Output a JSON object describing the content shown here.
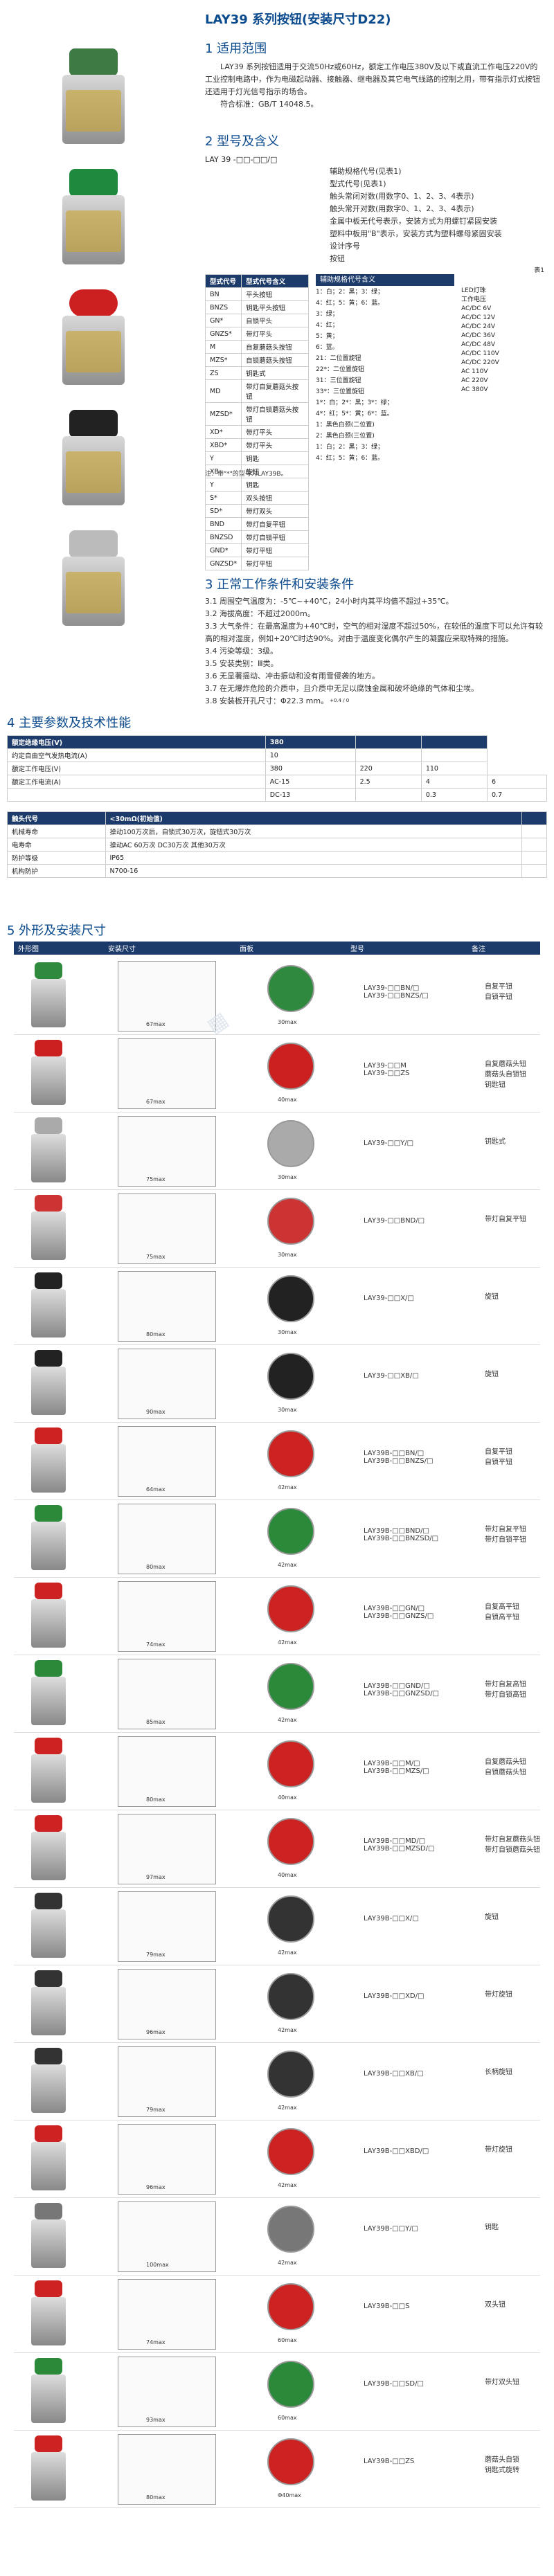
{
  "title": "LAY39 系列按钮(安装尺寸D22)",
  "sec1": {
    "title": "1 适用范围",
    "body": "LAY39 系列按钮适用于交流50Hz或60Hz，额定工作电压380V及以下或直流工作电压220V的工业控制电路中，作为电磁起动器、接触器、继电器及其它电气线路的控制之用，带有指示灯式按钮还适用于灯光信号指示的场合。",
    "std": "符合标准：GB/T 14048.5。"
  },
  "sec2": {
    "title": "2 型号及含义",
    "code": "LAY 39 -□□-□□/□",
    "legend": [
      "辅助规格代号(见表1)",
      "型式代号(见表1)",
      "触头常闭对数(用数字0、1、2、3、4表示)",
      "触头常开对数(用数字0、1、2、3、4表示)",
      "金属中板无代号表示，安装方式为用螺钉紧固安装",
      "塑料中板用\"B\"表示，安装方式为塑料螺母紧固安装",
      "设计序号",
      "按钮"
    ],
    "table_label": "表1",
    "th": [
      "型式代号",
      "型式代号含义",
      "辅助规格代号含义"
    ],
    "rows": [
      [
        "BN",
        "平头按钮"
      ],
      [
        "BNZS",
        "钥匙平头按钮"
      ],
      [
        "GN*",
        "自锁平头"
      ],
      [
        "GNZS*",
        "带灯平头"
      ],
      [
        "M",
        "自复蘑菇头按钮"
      ],
      [
        "MZS*",
        "自锁蘑菇头按钮"
      ],
      [
        "ZS",
        "钥匙式"
      ],
      [
        "MD",
        "带灯自复蘑菇头按钮"
      ],
      [
        "MZSD*",
        "带灯自锁蘑菇头按钮"
      ],
      [
        "XD*",
        "带灯平头"
      ],
      [
        "XBD*",
        "带灯平头"
      ],
      [
        "Y",
        "钥匙"
      ],
      [
        "XB",
        "旋钮"
      ],
      [
        "Y",
        "钥匙"
      ],
      [
        "S*",
        "双头按钮"
      ],
      [
        "SD*",
        "带灯双头"
      ],
      [
        "BND",
        "带灯自复平钮"
      ],
      [
        "BNZSD",
        "带灯自锁平钮"
      ],
      [
        "GND*",
        "带灯平钮"
      ],
      [
        "GNZSD*",
        "带灯平钮"
      ]
    ],
    "aux": [
      "1：白；2：黑；3：绿；",
      "4：红；5：黄；6：蓝。",
      "3：绿；",
      "4：红；",
      "5：黄；",
      "6：蓝。",
      "21：二位置旋钮",
      "22*：二位置旋钮",
      "31：三位置旋钮",
      "33*：三位置旋钮",
      "1*：白；2*：黑；3*：绿；",
      "4*：红；5*：黄；6*：蓝。",
      "1：黑色白颈(二位置)",
      "2：黑色白颈(三位置)",
      "1：白；2：黑；3：绿；",
      "4：红；5：黄；6：蓝。"
    ],
    "voltage": [
      "LED灯珠",
      "工作电压",
      "AC/DC 6V",
      "AC/DC 12V",
      "AC/DC 24V",
      "AC/DC 36V",
      "AC/DC 48V",
      "AC/DC 110V",
      "AC/DC 220V",
      "AC 110V",
      "AC 220V",
      "AC 380V"
    ],
    "footnote": "注：带\"*\"的型号为LAY39B。"
  },
  "sec3": {
    "title": "3 正常工作条件和安装条件",
    "items": [
      "3.1 周围空气温度为：-5℃~+40℃，24小时内其平均值不超过+35℃。",
      "3.2 海拔高度：不超过2000m。",
      "3.3 大气条件：在最高温度为+40℃时，空气的相对湿度不超过50%，在较低的温度下可以允许有较高的相对湿度，例如+20℃时达90%。对由于温度变化偶尔产生的凝露应采取特殊的措施。",
      "3.4 污染等级：3级。",
      "3.5 安装类别：Ⅲ类。",
      "3.6 无显著摇动、冲击振动和没有雨雪侵袭的地方。",
      "3.7 在无爆炸危险的介质中，且介质中无足以腐蚀金属和破坏绝缘的气体和尘埃。",
      "3.8 安装板开孔尺寸：Φ22.3 mm。"
    ],
    "tol": "+0.4 / 0"
  },
  "sec4": {
    "title": "4 主要参数及技术性能",
    "t1": [
      [
        "额定绝缘电压(V)",
        "380",
        "",
        ""
      ],
      [
        "约定自由空气发热电流(A)",
        "10",
        "",
        ""
      ],
      [
        "额定工作电压(V)",
        "380",
        "220",
        "110"
      ],
      [
        "额定工作电流(A)",
        "AC-15",
        "2.5",
        "4",
        "6"
      ],
      [
        "",
        "DC-13",
        "",
        "0.3",
        "0.7"
      ]
    ],
    "t2": [
      [
        "触头代号",
        "<30mΩ(初始值)",
        ""
      ],
      [
        "机械寿命",
        "操动100万次后，自锁式30万次，旋钮式30万次",
        ""
      ],
      [
        "电寿命",
        "操动AC 60万次  DC30万次  其他30万次",
        ""
      ],
      [
        "防护等级",
        "IP65",
        ""
      ],
      [
        "机构防护",
        "N700-16",
        ""
      ]
    ]
  },
  "sec5": {
    "title": "5 外形及安装尺寸",
    "cols": [
      "外形图",
      "安装尺寸",
      "面板",
      "型号",
      "备注"
    ],
    "rows": [
      {
        "model": "LAY39-□□BN/□\nLAY39-□□BNZS/□",
        "note": "自复平钮\n自锁平钮",
        "dim": "67max",
        "face": "30max"
      },
      {
        "model": "LAY39-□□M\nLAY39-□□ZS",
        "note": "自复蘑菇头钮\n蘑菇头自锁钮\n钥匙钮",
        "dim": "67max",
        "face": "40max"
      },
      {
        "model": "LAY39-□□Y/□",
        "note": "钥匙式",
        "dim": "75max",
        "face": "30max"
      },
      {
        "model": "LAY39-□□BND/□",
        "note": "带灯自复平钮",
        "dim": "75max",
        "face": "30max"
      },
      {
        "model": "LAY39-□□X/□",
        "note": "旋钮",
        "dim": "80max",
        "face": "30max"
      },
      {
        "model": "LAY39-□□XB/□",
        "note": "旋钮",
        "dim": "90max",
        "face": "30max"
      },
      {
        "model": "LAY39B-□□BN/□\nLAY39B-□□BNZS/□",
        "note": "自复平钮\n自锁平钮",
        "dim": "64max",
        "face": "42max"
      },
      {
        "model": "LAY39B-□□BND/□\nLAY39B-□□BNZSD/□",
        "note": "带灯自复平钮\n带灯自锁平钮",
        "dim": "80max",
        "face": "42max"
      },
      {
        "model": "LAY39B-□□GN/□\nLAY39B-□□GNZS/□",
        "note": "自复高平钮\n自锁高平钮",
        "dim": "74max",
        "face": "42max"
      },
      {
        "model": "LAY39B-□□GND/□\nLAY39B-□□GNZSD/□",
        "note": "带灯自复高钮\n带灯自锁高钮",
        "dim": "85max",
        "face": "42max"
      },
      {
        "model": "LAY39B-□□M/□\nLAY39B-□□MZS/□",
        "note": "自复蘑菇头钮\n自锁蘑菇头钮",
        "dim": "80max",
        "face": "40max"
      },
      {
        "model": "LAY39B-□□MD/□\nLAY39B-□□MZSD/□",
        "note": "带灯自复蘑菇头钮\n带灯自锁蘑菇头钮",
        "dim": "97max",
        "face": "40max"
      },
      {
        "model": "LAY39B-□□X/□",
        "note": "旋钮",
        "dim": "79max",
        "face": "42max"
      },
      {
        "model": "LAY39B-□□XD/□",
        "note": "带灯旋钮",
        "dim": "96max",
        "face": "42max"
      },
      {
        "model": "LAY39B-□□XB/□",
        "note": "长柄旋钮",
        "dim": "79max",
        "face": "42max"
      },
      {
        "model": "LAY39B-□□XBD/□",
        "note": "带灯旋钮",
        "dim": "96max",
        "face": "42max"
      },
      {
        "model": "LAY39B-□□Y/□",
        "note": "钥匙",
        "dim": "100max",
        "face": "42max"
      },
      {
        "model": "LAY39B-□□S",
        "note": "双头钮",
        "dim": "74max",
        "face": "60max"
      },
      {
        "model": "LAY39B-□□SD/□",
        "note": "带灯双头钮",
        "dim": "93max",
        "face": "60max"
      },
      {
        "model": "LAY39B-□□ZS",
        "note": "蘑菇头自锁\n钥匙式旋转",
        "dim": "80max",
        "face": "Φ40max"
      }
    ]
  },
  "colors": {
    "brand": "#0b4a8c",
    "bar": "#1d3b6a"
  }
}
